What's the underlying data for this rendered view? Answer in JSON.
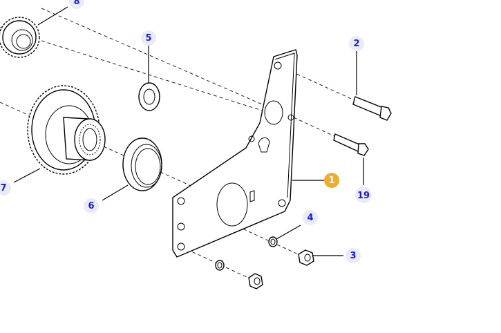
{
  "callouts": [
    {
      "id": "c8",
      "label": "8",
      "active": false
    },
    {
      "id": "c5",
      "label": "5",
      "active": false
    },
    {
      "id": "c2",
      "label": "2",
      "active": false
    },
    {
      "id": "c1",
      "label": "1",
      "active": true
    },
    {
      "id": "c19",
      "label": "19",
      "active": false
    },
    {
      "id": "c7",
      "label": "7",
      "active": false
    },
    {
      "id": "c6",
      "label": "6",
      "active": false
    },
    {
      "id": "c4",
      "label": "4",
      "active": false
    },
    {
      "id": "c3",
      "label": "3",
      "active": false
    }
  ],
  "colors": {
    "callout_text": "#1a1ad6",
    "callout_bg": "#e9ecf6",
    "active_callout_bg": "#f0ad2c",
    "line": "#000000"
  }
}
